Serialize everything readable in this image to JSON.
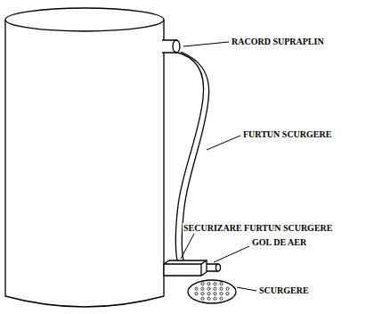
{
  "diagram": {
    "labels": [
      "RACORD SUPRAPLIN",
      "FURTUN SCURGERE",
      "SECURIZARE FURTUN SCURGERE",
      "GOL DE AER",
      "SCURGERE"
    ]
  }
}
